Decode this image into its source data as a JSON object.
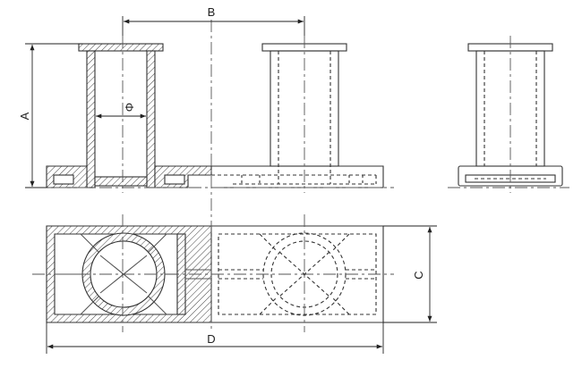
{
  "labels": {
    "dim_a": "A",
    "dim_b": "B",
    "dim_c": "C",
    "dim_d": "D",
    "diameter": "Φ"
  }
}
